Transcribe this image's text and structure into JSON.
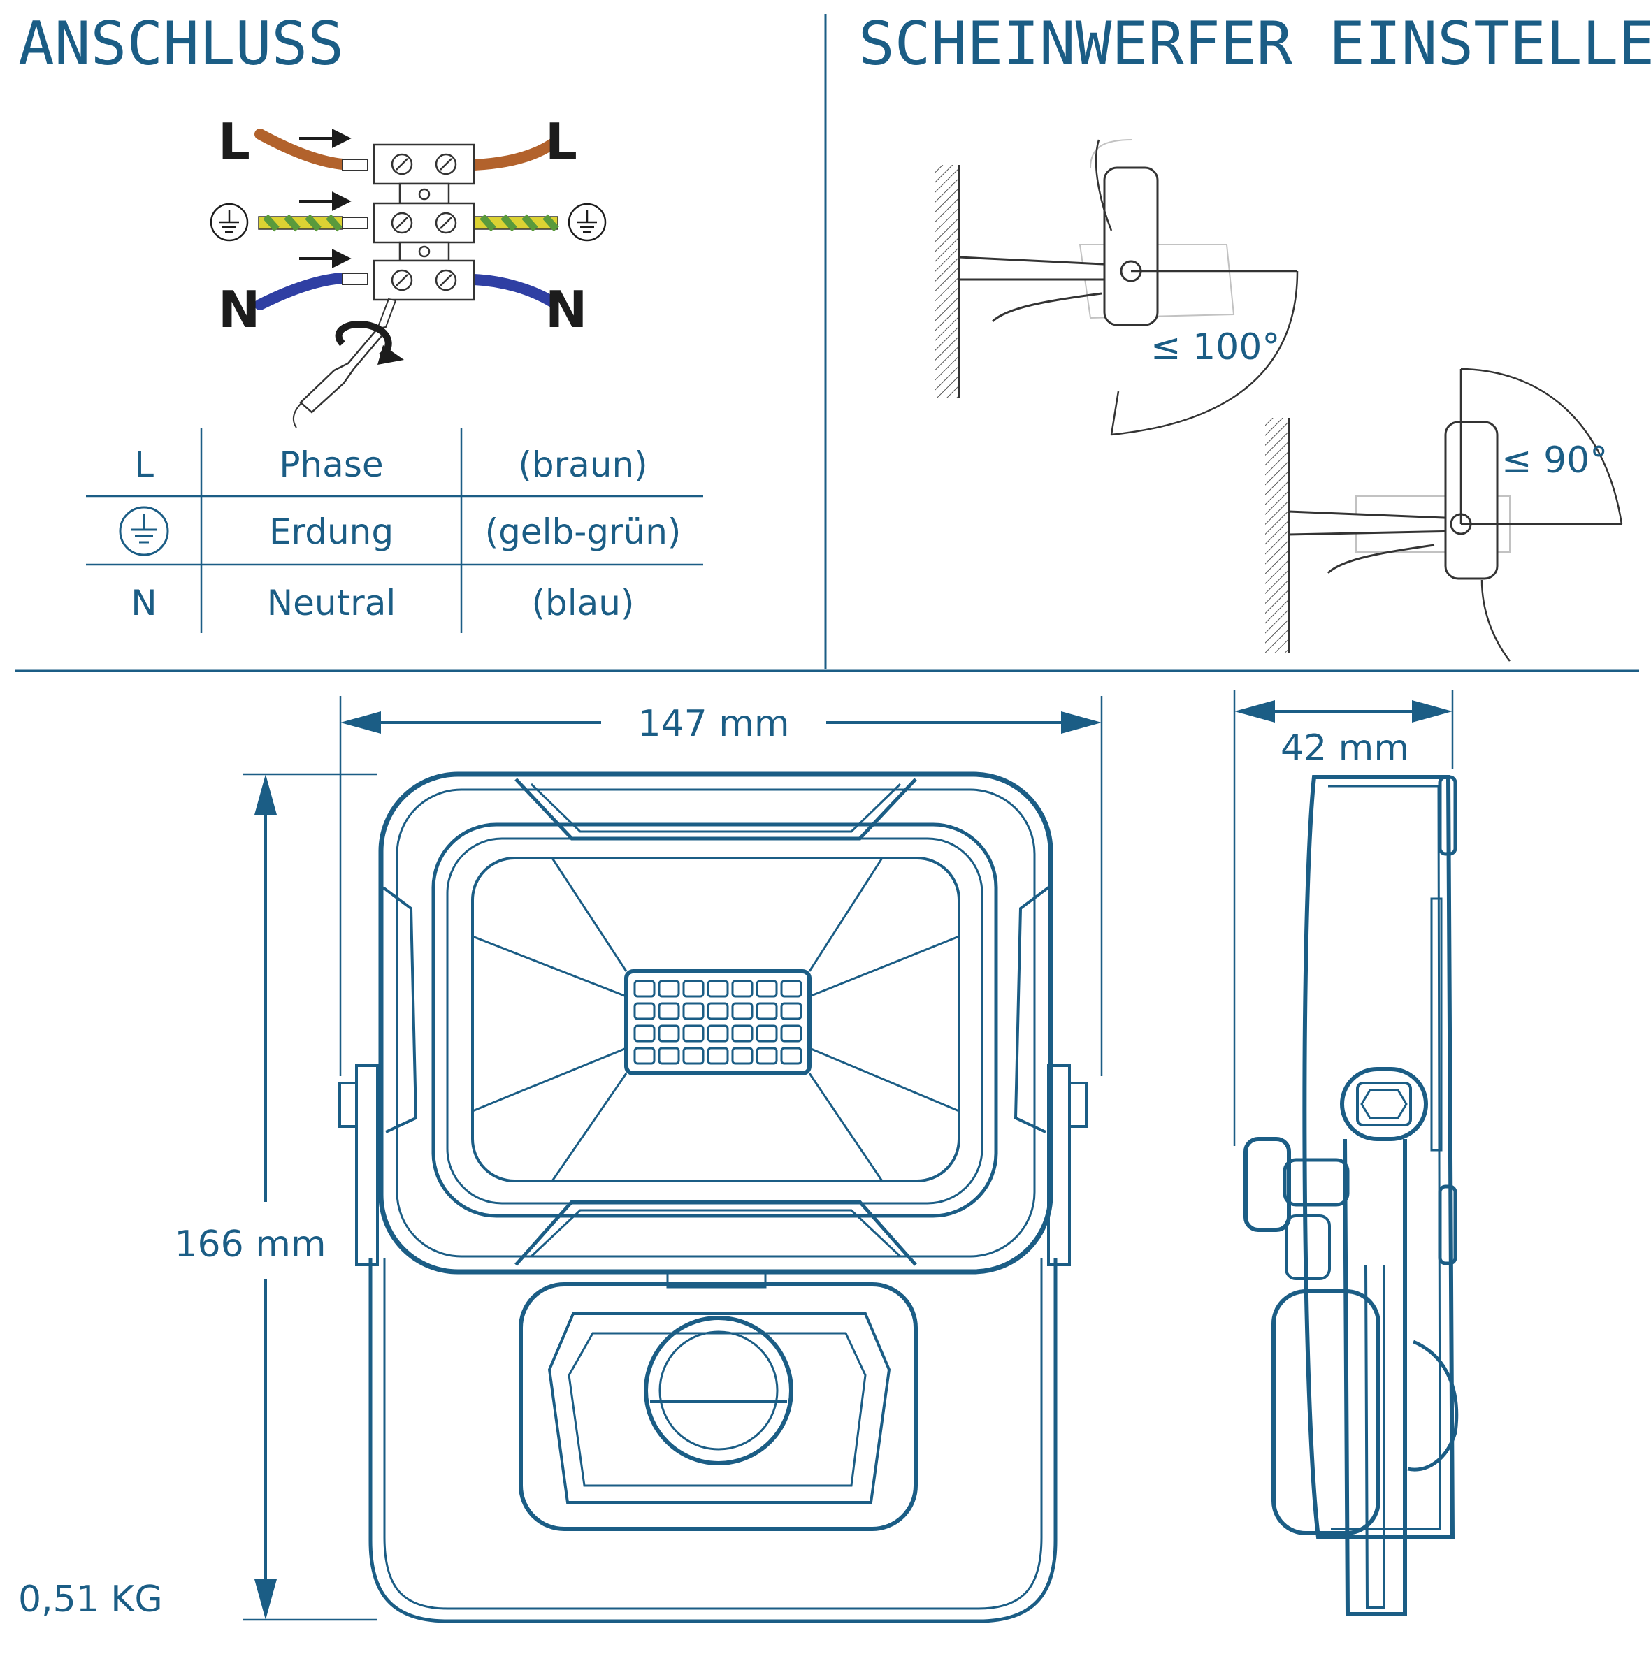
{
  "sections": {
    "connection_title": "ANSCHLUSS",
    "adjust_title": "SCHEINWERFER EINSTELLEN"
  },
  "wiring": {
    "left_labels": [
      "L",
      "N"
    ],
    "right_labels": [
      "L",
      "N"
    ],
    "wire_colors": {
      "phase": "#b2622c",
      "earth_green": "#5a9a3c",
      "earth_yellow": "#dcd233",
      "neutral": "#2f3fa3"
    }
  },
  "legend": {
    "rows": [
      {
        "symbol": "L",
        "name": "Phase",
        "color": "(braun)"
      },
      {
        "symbol": "earth-icon",
        "name": "Erdung",
        "color": "(gelb-grün)"
      },
      {
        "symbol": "N",
        "name": "Neutral",
        "color": "(blau)"
      }
    ]
  },
  "tilt": {
    "top_angle": "≤ 100°",
    "bottom_angle": "≤ 90°"
  },
  "dimensions": {
    "width": "147 mm",
    "height": "166 mm",
    "depth": "42 mm",
    "weight": "0,51 KG"
  },
  "colors": {
    "accent": "#1b5d85",
    "ink": "#1c1c1c",
    "light_line": "#bbbbbb"
  }
}
